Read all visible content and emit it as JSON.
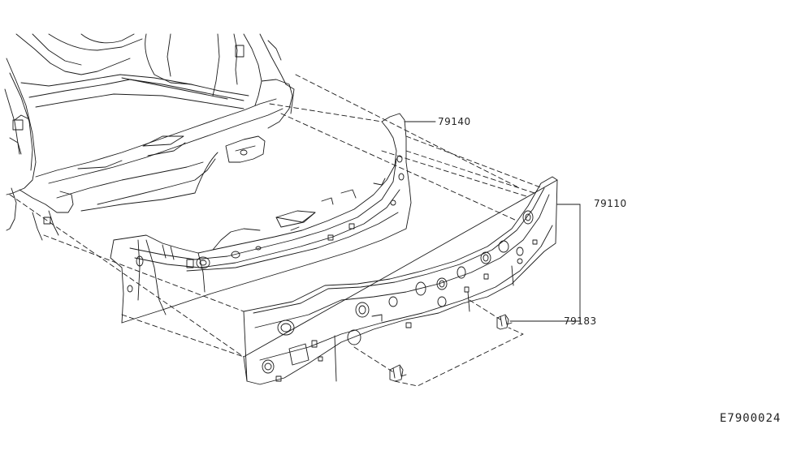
{
  "diagram": {
    "type": "exploded-parts-diagram",
    "parts": [
      {
        "number": "79140",
        "name_icon": "rear-inner-panel-icon"
      },
      {
        "number": "79110",
        "name_icon": "rear-waist-panel-icon"
      },
      {
        "number": "79183",
        "name_icon": "bracket-clip-icon"
      }
    ],
    "diagram_id": "E7900024",
    "line_color": "#1a1a1a"
  }
}
